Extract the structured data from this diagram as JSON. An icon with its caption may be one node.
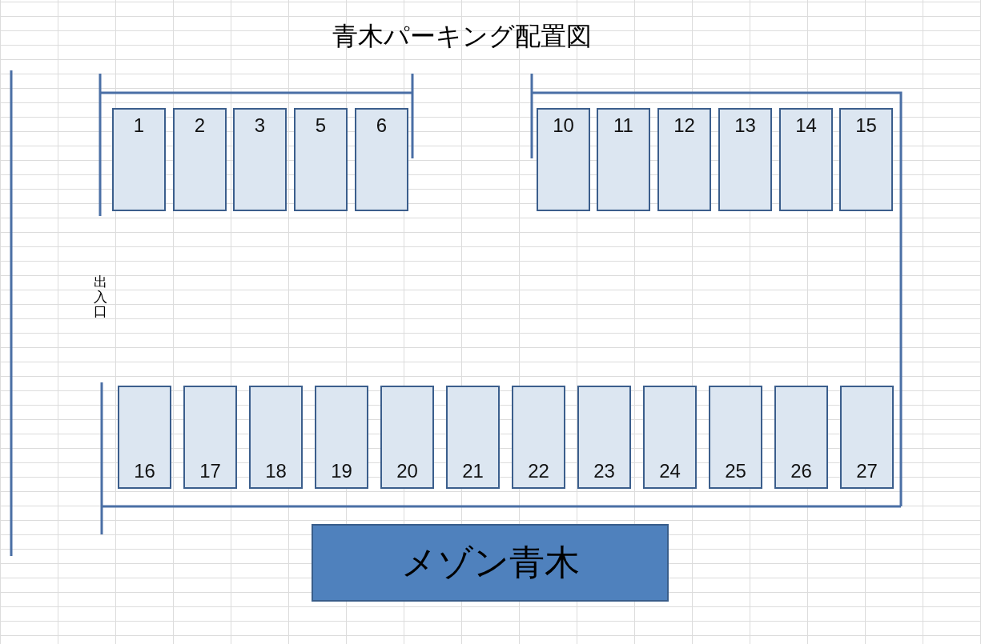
{
  "diagram": {
    "title": "青木パーキング配置図",
    "nodes": [
      {
        "text": [
          "1"
        ]
      },
      {
        "text": [
          "2"
        ]
      },
      {
        "text": [
          "3"
        ]
      },
      {
        "text": [
          "5"
        ]
      },
      {
        "text": [
          "6"
        ]
      },
      {
        "text": [
          "10"
        ]
      },
      {
        "text": [
          "11"
        ]
      },
      {
        "text": [
          "12"
        ]
      },
      {
        "text": [
          "13"
        ]
      },
      {
        "text": [
          "14"
        ]
      },
      {
        "text": [
          "15"
        ]
      },
      {
        "text": [
          "16"
        ]
      },
      {
        "text": [
          "17"
        ]
      },
      {
        "text": [
          "18"
        ]
      },
      {
        "text": [
          "19"
        ]
      },
      {
        "text": [
          "20"
        ]
      },
      {
        "text": [
          "21"
        ]
      },
      {
        "text": [
          "22"
        ]
      },
      {
        "text": [
          "23"
        ]
      },
      {
        "text": [
          "24"
        ]
      },
      {
        "text": [
          "25"
        ]
      },
      {
        "text": [
          "26"
        ]
      },
      {
        "text": [
          "27"
        ]
      },
      {
        "text": [
          "メゾン青木"
        ]
      }
    ],
    "edges": [],
    "labels": [
      "出入口"
    ]
  }
}
